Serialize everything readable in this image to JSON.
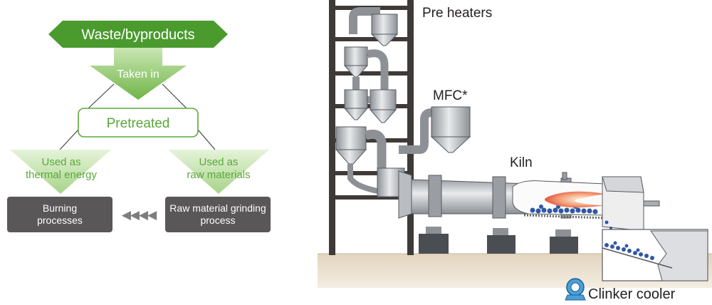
{
  "flowchart": {
    "header": "Waste/byproducts",
    "step_in": "Taken in",
    "pretreated": "Pretreated",
    "thermal_line1": "Used as",
    "thermal_line2": "thermal energy",
    "raw_line1": "Used as",
    "raw_line2": "raw materials",
    "burning_line1": "Burning",
    "burning_line2": "processes",
    "grinding_line1": "Raw material grinding",
    "grinding_line2": "process",
    "arrows_glyph": "◀◀◀◀"
  },
  "plant": {
    "preheaters": "Pre heaters",
    "mfc": "MFC*",
    "kiln": "Kiln",
    "clinker_cooler": "Clinker cooler"
  },
  "colors": {
    "green_dark": "#4a9a2e",
    "green_light": "#9fd07a",
    "green_text": "#5aa83a",
    "box_gray": "#595757",
    "steel": "#333333"
  }
}
